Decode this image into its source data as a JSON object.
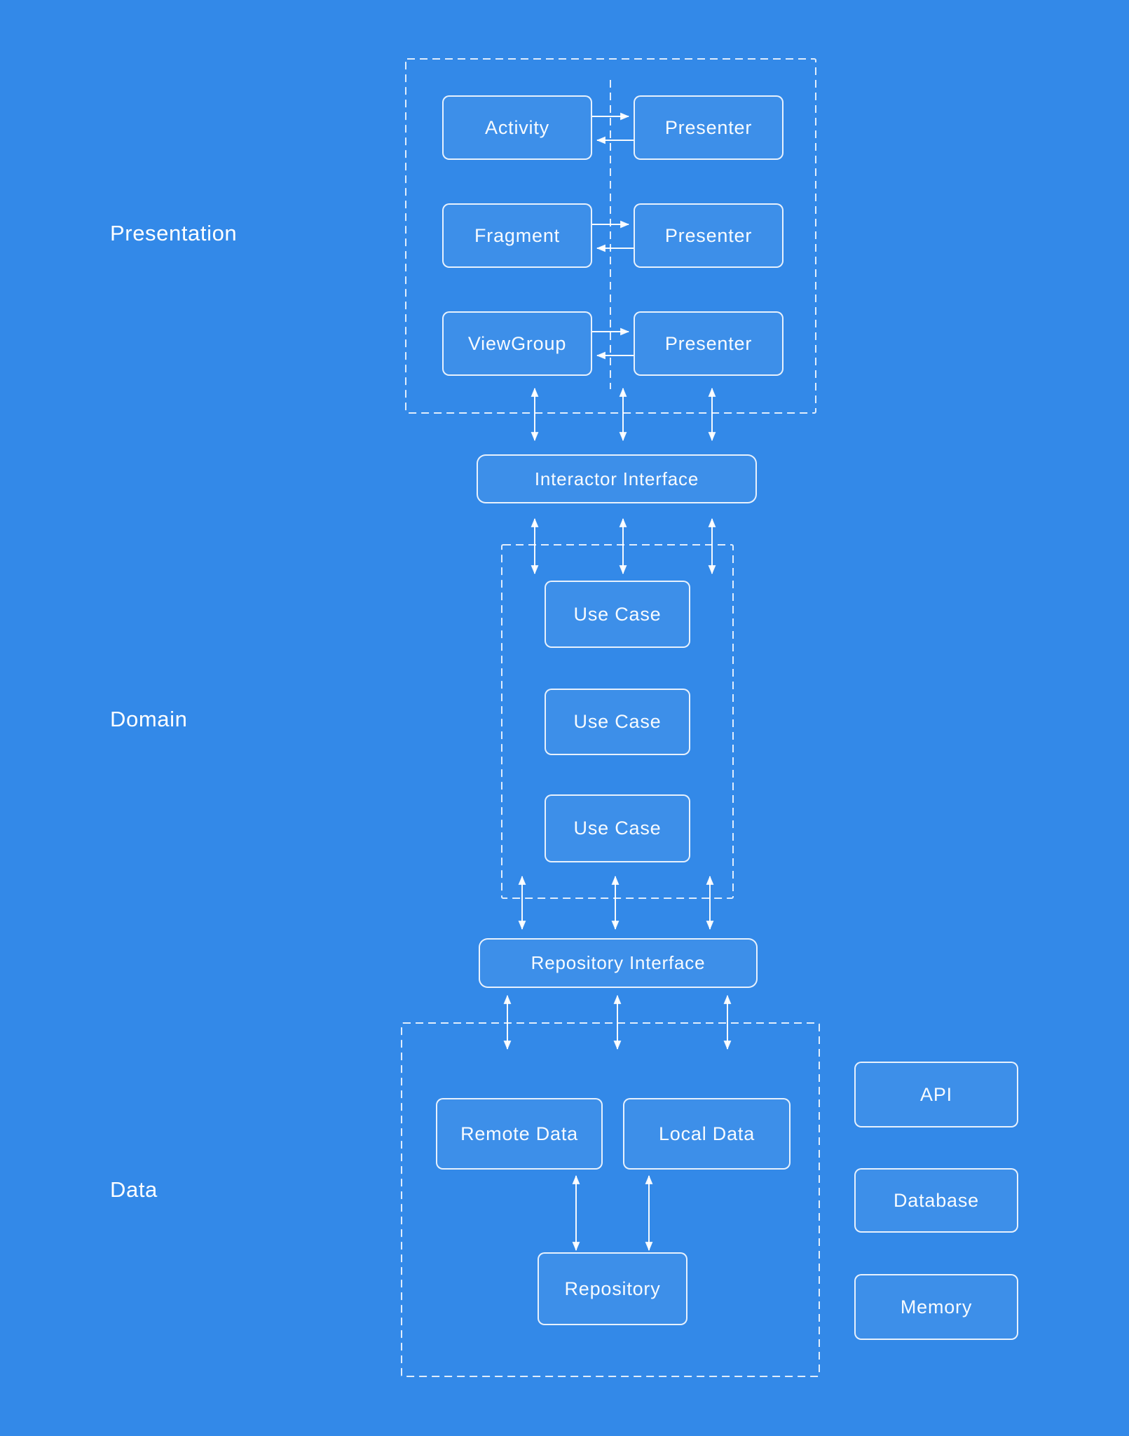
{
  "colors": {
    "background": "#3389E8",
    "line": "#FFFFFF"
  },
  "labels": {
    "presentation": "Presentation",
    "domain": "Domain",
    "data": "Data"
  },
  "presentation": {
    "rows": [
      {
        "view": "Activity",
        "presenter": "Presenter"
      },
      {
        "view": "Fragment",
        "presenter": "Presenter"
      },
      {
        "view": "ViewGroup",
        "presenter": "Presenter"
      }
    ]
  },
  "interfaces": {
    "interactor": "Interactor Interface",
    "repository": "Repository Interface"
  },
  "domain": {
    "use_cases": [
      "Use Case",
      "Use Case",
      "Use Case"
    ]
  },
  "data_layer": {
    "remote": "Remote Data",
    "local": "Local Data",
    "repository": "Repository"
  },
  "external": {
    "api": "API",
    "database": "Database",
    "memory": "Memory"
  }
}
